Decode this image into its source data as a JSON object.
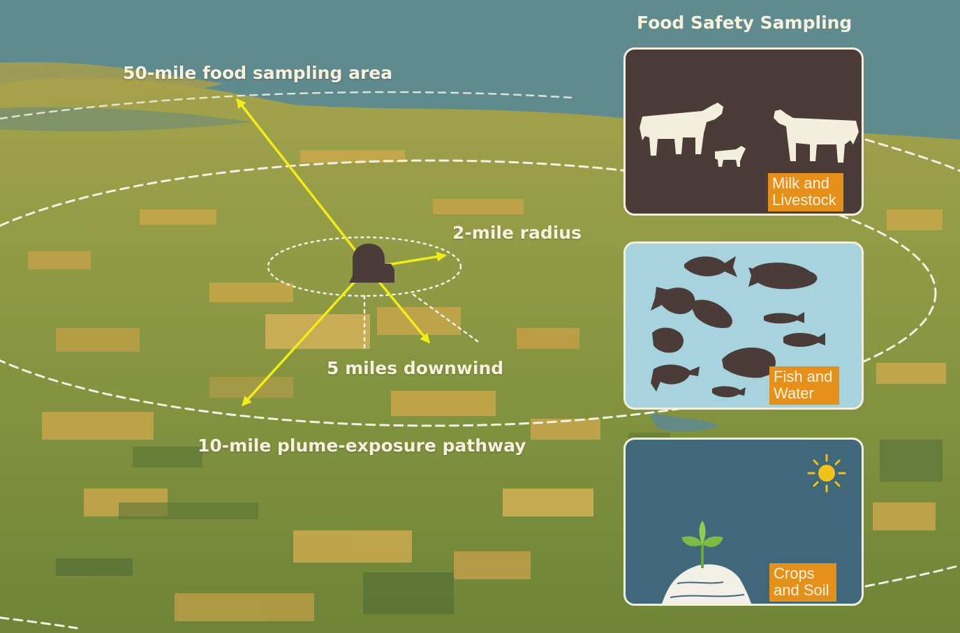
{
  "labels": {
    "sampling_area": "50-mile food sampling area",
    "radius": "2-mile radius",
    "downwind": "5 miles downwind",
    "plume": "10-mile plume-exposure pathway"
  },
  "panel_title": "Food Safety Sampling",
  "panels": [
    {
      "tag_line1": "Milk and",
      "tag_line2": "Livestock",
      "icon": "cow-icon"
    },
    {
      "tag_line1": "Fish and",
      "tag_line2": "Water",
      "icon": "fish-icon"
    },
    {
      "tag_line1": "Crops",
      "tag_line2": "and Soil",
      "icon": "sprout-icon"
    }
  ],
  "colors": {
    "water": "#5f8a8e",
    "land_green": "#7e8f3a",
    "land_ochre": "#c9a84a",
    "arrow": "#f2ec18",
    "plant": "#4b3c3a",
    "panel_dark": "#4b3c3a",
    "panel_light": "#a6d3de",
    "panel_slate": "#41687a",
    "tag": "#e4901a",
    "label": "#f6f1de"
  }
}
